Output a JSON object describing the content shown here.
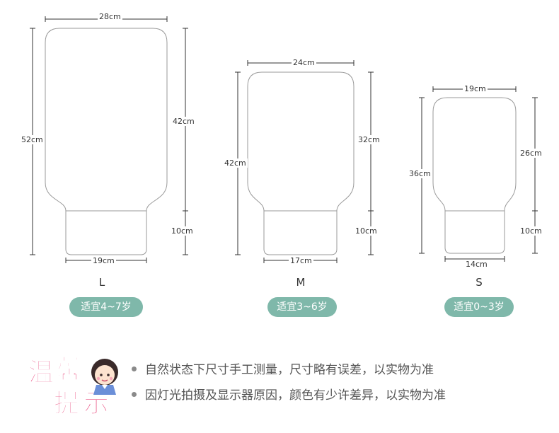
{
  "sizes": [
    {
      "letter": "L",
      "age": "适宜4~7岁",
      "width_top": "28cm",
      "total_height": "52cm",
      "body_height": "42cm",
      "cuff_height": "10cm",
      "cuff_width": "19cm"
    },
    {
      "letter": "M",
      "age": "适宜3~6岁",
      "width_top": "24cm",
      "total_height": "42cm",
      "body_height": "32cm",
      "cuff_height": "10cm",
      "cuff_width": "17cm"
    },
    {
      "letter": "S",
      "age": "适宜0~3岁",
      "width_top": "19cm",
      "total_height": "36cm",
      "body_height": "26cm",
      "cuff_height": "10cm",
      "cuff_width": "14cm"
    }
  ],
  "tips": {
    "title_chars": [
      "温",
      "馨",
      "提",
      "示"
    ],
    "lines": [
      "自然状态下尺寸手工测量，尺寸略有误差，以实物为准",
      "因灯光拍摄及显示器原因，颜色有少许差异，以实物为准"
    ]
  },
  "colors": {
    "pill": "#7fb8aa",
    "outline": "#999999",
    "title_fill": "#e8457a",
    "dot": "#8a8a8a"
  }
}
